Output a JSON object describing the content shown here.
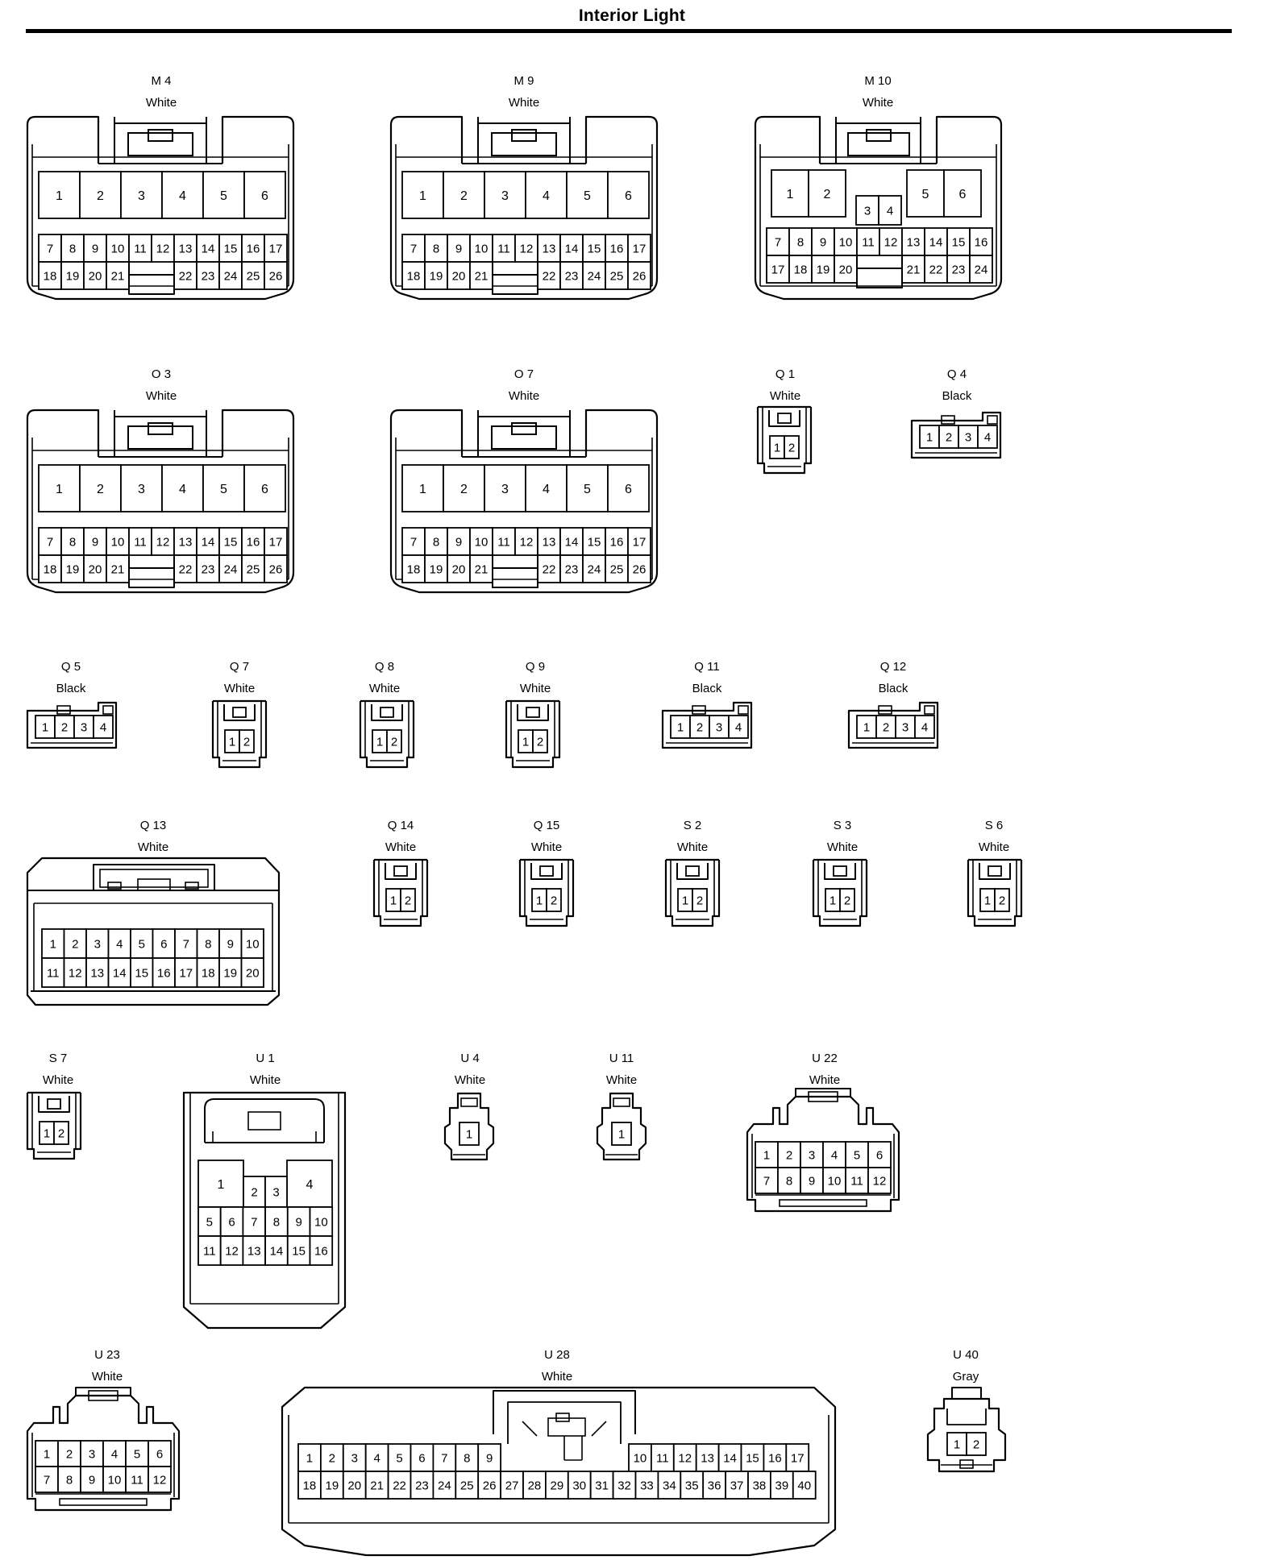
{
  "title": "Interior Light",
  "connectors": [
    {
      "id": "M 4",
      "color": "White",
      "kind": "big26"
    },
    {
      "id": "M 9",
      "color": "White",
      "kind": "big26"
    },
    {
      "id": "M 10",
      "color": "White",
      "kind": "m10"
    },
    {
      "id": "O 3",
      "color": "White",
      "kind": "big26"
    },
    {
      "id": "O 7",
      "color": "White",
      "kind": "big26"
    },
    {
      "id": "Q 1",
      "color": "White",
      "kind": "two"
    },
    {
      "id": "Q 4",
      "color": "Black",
      "kind": "four"
    },
    {
      "id": "Q 5",
      "color": "Black",
      "kind": "four"
    },
    {
      "id": "Q 7",
      "color": "White",
      "kind": "two"
    },
    {
      "id": "Q 8",
      "color": "White",
      "kind": "two"
    },
    {
      "id": "Q 9",
      "color": "White",
      "kind": "two"
    },
    {
      "id": "Q 11",
      "color": "Black",
      "kind": "four"
    },
    {
      "id": "Q 12",
      "color": "Black",
      "kind": "four"
    },
    {
      "id": "Q 13",
      "color": "White",
      "kind": "q13"
    },
    {
      "id": "Q 14",
      "color": "White",
      "kind": "two"
    },
    {
      "id": "Q 15",
      "color": "White",
      "kind": "two"
    },
    {
      "id": "S 2",
      "color": "White",
      "kind": "two"
    },
    {
      "id": "S 3",
      "color": "White",
      "kind": "two"
    },
    {
      "id": "S 6",
      "color": "White",
      "kind": "two"
    },
    {
      "id": "S 7",
      "color": "White",
      "kind": "two"
    },
    {
      "id": "U 1",
      "color": "White",
      "kind": "u1"
    },
    {
      "id": "U 4",
      "color": "White",
      "kind": "one"
    },
    {
      "id": "U 11",
      "color": "White",
      "kind": "one"
    },
    {
      "id": "U 22",
      "color": "White",
      "kind": "twelve"
    },
    {
      "id": "U 23",
      "color": "White",
      "kind": "twelve"
    },
    {
      "id": "U 28",
      "color": "White",
      "kind": "u28"
    },
    {
      "id": "U 40",
      "color": "Gray",
      "kind": "u40"
    }
  ]
}
